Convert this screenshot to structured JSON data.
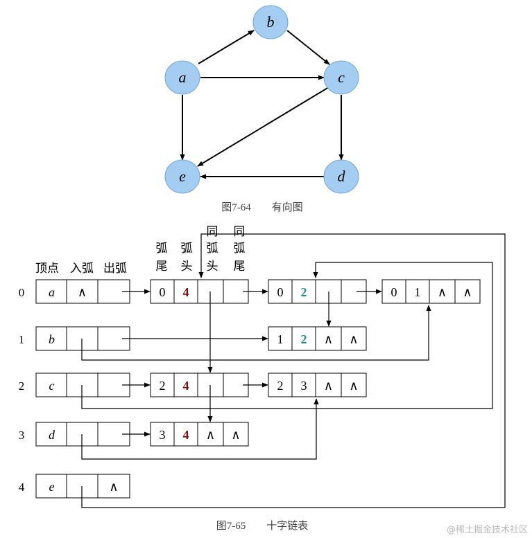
{
  "graph": {
    "vertices": [
      {
        "id": "a",
        "label": "a"
      },
      {
        "id": "b",
        "label": "b"
      },
      {
        "id": "c",
        "label": "c"
      },
      {
        "id": "d",
        "label": "d"
      },
      {
        "id": "e",
        "label": "e"
      }
    ],
    "edges": [
      [
        "a",
        "b"
      ],
      [
        "b",
        "c"
      ],
      [
        "a",
        "c"
      ],
      [
        "a",
        "e"
      ],
      [
        "c",
        "e"
      ],
      [
        "c",
        "d"
      ],
      [
        "d",
        "e"
      ]
    ],
    "caption": "图7-64　　有向图",
    "node_color": "#a4cdf1"
  },
  "list": {
    "header": {
      "vertex": "顶点",
      "in_arc": "入弧",
      "out_arc": "出弧"
    },
    "arc_header": [
      {
        "line1": "",
        "line2": "弧",
        "line3": "尾"
      },
      {
        "line1": "",
        "line2": "弧",
        "line3": "头"
      },
      {
        "line1": "同",
        "line2": "弧",
        "line3": "头"
      },
      {
        "line1": "同",
        "line2": "弧",
        "line3": "尾"
      }
    ],
    "rows": [
      {
        "index": "0",
        "vertex": "a",
        "in": "∧",
        "out": ""
      },
      {
        "index": "1",
        "vertex": "b",
        "in": "",
        "out": ""
      },
      {
        "index": "2",
        "vertex": "c",
        "in": "",
        "out": ""
      },
      {
        "index": "3",
        "vertex": "d",
        "in": "",
        "out": ""
      },
      {
        "index": "4",
        "vertex": "e",
        "in": "",
        "out": "∧"
      }
    ],
    "arc_nodes": [
      {
        "id": "n04",
        "tail": "0",
        "head": "4",
        "hlink": "",
        "tlink": "",
        "head_color": "#7b1212"
      },
      {
        "id": "n02",
        "tail": "0",
        "head": "2",
        "hlink": "",
        "tlink": "",
        "head_color": "#2a8a8a"
      },
      {
        "id": "n01",
        "tail": "0",
        "head": "1",
        "hlink": "∧",
        "tlink": "∧",
        "head_color": "#000000"
      },
      {
        "id": "n12",
        "tail": "1",
        "head": "2",
        "hlink": "∧",
        "tlink": "∧",
        "head_color": "#2a8a8a"
      },
      {
        "id": "n24",
        "tail": "2",
        "head": "4",
        "hlink": "",
        "tlink": "",
        "head_color": "#7b1212"
      },
      {
        "id": "n23",
        "tail": "2",
        "head": "3",
        "hlink": "∧",
        "tlink": "∧",
        "head_color": "#000000"
      },
      {
        "id": "n34",
        "tail": "3",
        "head": "4",
        "hlink": "∧",
        "tlink": "∧",
        "head_color": "#7b1212"
      }
    ],
    "caption": "图7-65　　十字链表"
  },
  "watermark": "@稀土掘金技术社区"
}
